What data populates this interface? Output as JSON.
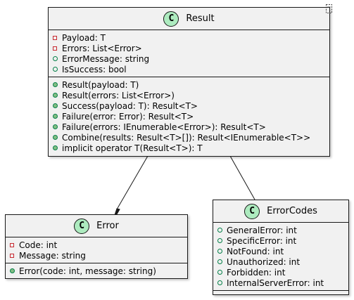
{
  "result": {
    "name": "Result",
    "stereotype": "C",
    "fields": [
      {
        "vis": "private",
        "text": "Payload: T"
      },
      {
        "vis": "private",
        "text": "Errors: List<Error>"
      },
      {
        "vis": "public-field",
        "text": "ErrorMessage: string"
      },
      {
        "vis": "public-field",
        "text": "IsSuccess: bool"
      }
    ],
    "methods": [
      {
        "vis": "public-method",
        "text": "Result(payload: T)"
      },
      {
        "vis": "public-method",
        "text": "Result(errors: List<Error>)"
      },
      {
        "vis": "public-method",
        "text": "Success(payload: T): Result<T>"
      },
      {
        "vis": "public-method",
        "text": "Failure(error: Error): Result<T>"
      },
      {
        "vis": "public-method",
        "text": "Failure(errors: IEnumerable<Error>): Result<T>"
      },
      {
        "vis": "public-method",
        "text": "Combine(results: Result<T>[]): Result<IEnumerable<T>>"
      },
      {
        "vis": "public-method",
        "text": "implicit operator T(Result<T>): T"
      }
    ]
  },
  "error": {
    "name": "Error",
    "stereotype": "C",
    "fields": [
      {
        "vis": "private",
        "text": "Code: int"
      },
      {
        "vis": "private",
        "text": "Message: string"
      }
    ],
    "methods": [
      {
        "vis": "public-method",
        "text": "Error(code: int, message: string)"
      }
    ]
  },
  "errorcodes": {
    "name": "ErrorCodes",
    "stereotype": "C",
    "fields": [
      {
        "vis": "public-field",
        "text": "GeneralError: int"
      },
      {
        "vis": "public-field",
        "text": "SpecificError: int"
      },
      {
        "vis": "public-field",
        "text": "NotFound: int"
      },
      {
        "vis": "public-field",
        "text": "Unauthorized: int"
      },
      {
        "vis": "public-field",
        "text": "Forbidden: int"
      },
      {
        "vis": "public-field",
        "text": "InternalServerError: int"
      }
    ],
    "methods": []
  },
  "colors": {
    "class_fill": "#f1f1f1",
    "border": "#181818",
    "stereotype_badge": "#adebbf",
    "private_marker": "#c82930",
    "public_marker": "#038048",
    "public_method_fill": "#84be84"
  }
}
